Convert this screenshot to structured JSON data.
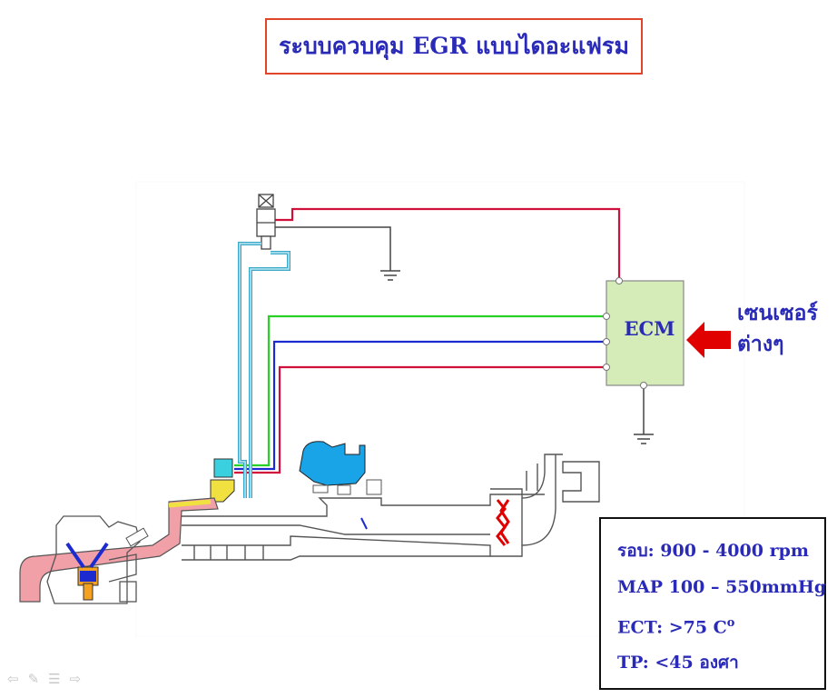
{
  "title": "ระบบควบคุม EGR แบบไดอะแฟรม",
  "ecm": {
    "label": "ECM"
  },
  "sensors": {
    "line1": "เซนเซอร์",
    "line2": "ต่างๆ"
  },
  "conditions": {
    "rpm": "รอบ:  900 - 4000  rpm",
    "map": "MAP 100 – 550mmHg",
    "ect": "ECT: >75   C",
    "ect_degree": "o",
    "tp": "TP: <45  องศา"
  },
  "colors": {
    "title_border": "#e0452a",
    "text": "#2a2ab8",
    "ecm_fill": "#d5ecb8",
    "wire_red": "#d0103a",
    "wire_green": "#28d028",
    "wire_blue": "#1c2bd0",
    "hose_cyan": "#3aa8c8",
    "exhaust_pink": "#f2a0a8",
    "vsv_blue": "#1aa4e8",
    "arrow_red": "#e00000"
  },
  "icons": [
    "ground-icon",
    "arrow-left-icon",
    "pencil-icon",
    "menu-icon",
    "arrow-right-icon"
  ]
}
